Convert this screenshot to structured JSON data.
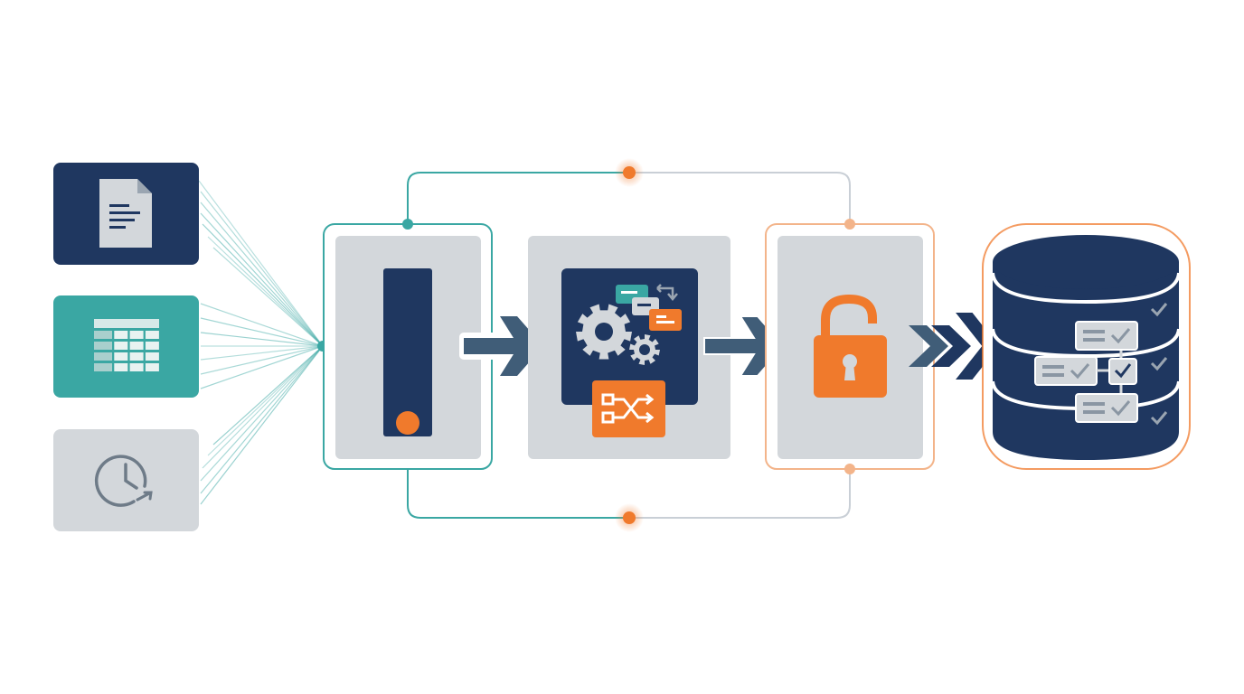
{
  "colors": {
    "navy": "#1f3760",
    "teal": "#3aa7a3",
    "gray_panel": "#d3d7db",
    "gray_icon": "#6e7b88",
    "orange": "#f07a2c",
    "orange_light": "#f3b48a",
    "line_gray": "#c9cfd6",
    "white": "#ffffff"
  },
  "sources": [
    {
      "icon": "document-icon",
      "tile": "navy"
    },
    {
      "icon": "spreadsheet-icon",
      "tile": "teal"
    },
    {
      "icon": "clock-refresh-icon",
      "tile": "gray"
    }
  ],
  "stages": [
    {
      "icon": "ingestion-pipe-icon"
    },
    {
      "icon": "gears-transform-icon"
    },
    {
      "icon": "unlocked-padlock-icon"
    },
    {
      "icon": "database-validation-icon"
    }
  ]
}
